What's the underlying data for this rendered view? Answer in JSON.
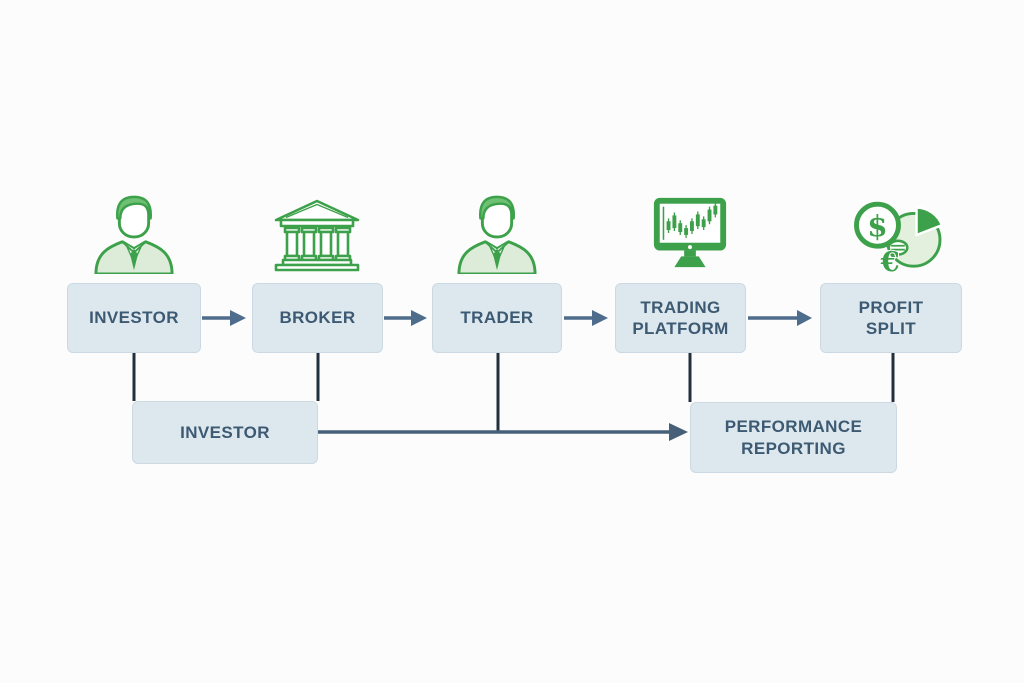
{
  "diagram": {
    "description": "Trading workflow flowchart",
    "background": "#fdfcfc",
    "colors": {
      "box_fill": "#dde7ee",
      "box_border": "#ccd9e3",
      "box_text": "#3d5a73",
      "arrow": "#4e6d8c",
      "connector_line": "#22303d",
      "icon_green": "#3da14b",
      "icon_green_light": "#e3f0dd",
      "icon_green_mid": "#6ec073",
      "icon_fill_suit": "#dcecd8"
    },
    "nodes": {
      "top_row": [
        {
          "label": "INVESTOR",
          "icon": "businessman-icon"
        },
        {
          "label": "BROKER",
          "icon": "bank-icon"
        },
        {
          "label": "TRADER",
          "icon": "businessman-icon"
        },
        {
          "label": "TRADING PLATFORM",
          "icon": "monitor-candlestick-icon"
        },
        {
          "label": "PROFIT SPLIT",
          "icon": "money-pie-chart-icon"
        }
      ],
      "bottom_row": [
        {
          "label": "INVESTOR"
        },
        {
          "label": "PERFORMANCE REPORTING"
        }
      ]
    },
    "connections": [
      {
        "from": "INVESTOR",
        "to": "BROKER",
        "style": "arrow"
      },
      {
        "from": "BROKER",
        "to": "TRADER",
        "style": "arrow"
      },
      {
        "from": "TRADER",
        "to": "TRADING PLATFORM",
        "style": "arrow"
      },
      {
        "from": "TRADING PLATFORM",
        "to": "PROFIT SPLIT",
        "style": "arrow"
      },
      {
        "from": "INVESTOR (top)",
        "to": "INVESTOR (bottom)",
        "style": "line"
      },
      {
        "from": "BROKER",
        "to": "INVESTOR (bottom)",
        "style": "line"
      },
      {
        "from": "TRADER",
        "to": "PERFORMANCE REPORTING",
        "style": "line"
      },
      {
        "from": "INVESTOR (bottom)",
        "to": "PERFORMANCE REPORTING",
        "style": "arrow"
      },
      {
        "from": "TRADING PLATFORM",
        "to": "PERFORMANCE REPORTING",
        "style": "line"
      },
      {
        "from": "PROFIT SPLIT",
        "to": "PERFORMANCE REPORTING",
        "style": "line"
      }
    ],
    "icon_glyphs": {
      "dollar": "$",
      "euro": "€"
    }
  }
}
